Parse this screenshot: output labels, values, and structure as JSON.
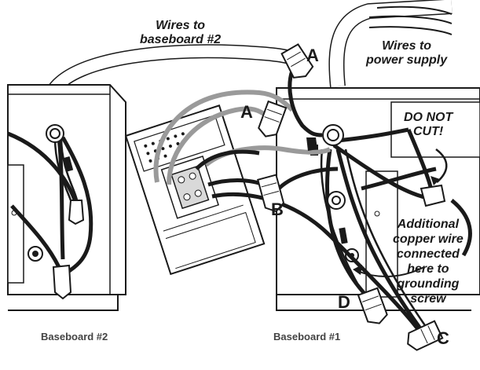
{
  "labels": {
    "wires_to_baseboard_2": [
      "Wires to",
      "baseboard #2"
    ],
    "wires_to_power_supply": [
      "Wires to",
      "power supply"
    ],
    "do_not_cut": [
      "DO NOT",
      "CUT!"
    ],
    "additional_copper_wire": [
      "Additional",
      "copper wire",
      "connected",
      "here to",
      "grounding",
      "screw"
    ],
    "connector_a": "A",
    "connector_b": "B",
    "connector_c": "C",
    "connector_d": "D",
    "baseboard_1": "Baseboard #1",
    "baseboard_2": "Baseboard #2"
  },
  "colors": {
    "line": "#1a1a1a",
    "gray_wire": "#9a9a9a",
    "white_wire": "#ffffff",
    "panel_fill": "#ffffff",
    "shade": "#d9d9d9"
  }
}
